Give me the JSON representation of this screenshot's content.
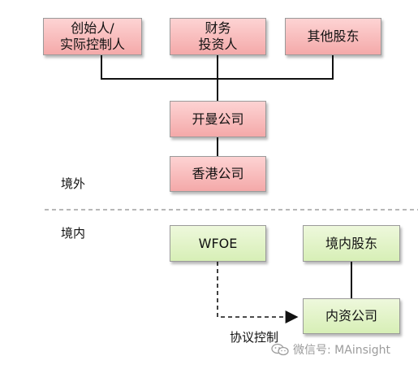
{
  "nodes": {
    "founder": "创始人/\n实际控制人",
    "financial_investor": "财务\n投资人",
    "other_shareholders": "其他股东",
    "cayman_company": "开曼公司",
    "hk_company": "香港公司",
    "wfoe": "WFOE",
    "domestic_shareholders": "境内股东",
    "domestic_company": "内资公司"
  },
  "regions": {
    "offshore": "境外",
    "onshore": "境内"
  },
  "edges": {
    "agreement_control": "协议控制"
  },
  "watermark": {
    "text": "微信号: MAinsight",
    "icon": "wechat-icon"
  },
  "colors": {
    "red_fill": "#f4a9a9",
    "green_fill": "#d7efb6",
    "line": "#111111",
    "divider": "#8c8c8c",
    "watermark": "#9c9c9c"
  }
}
